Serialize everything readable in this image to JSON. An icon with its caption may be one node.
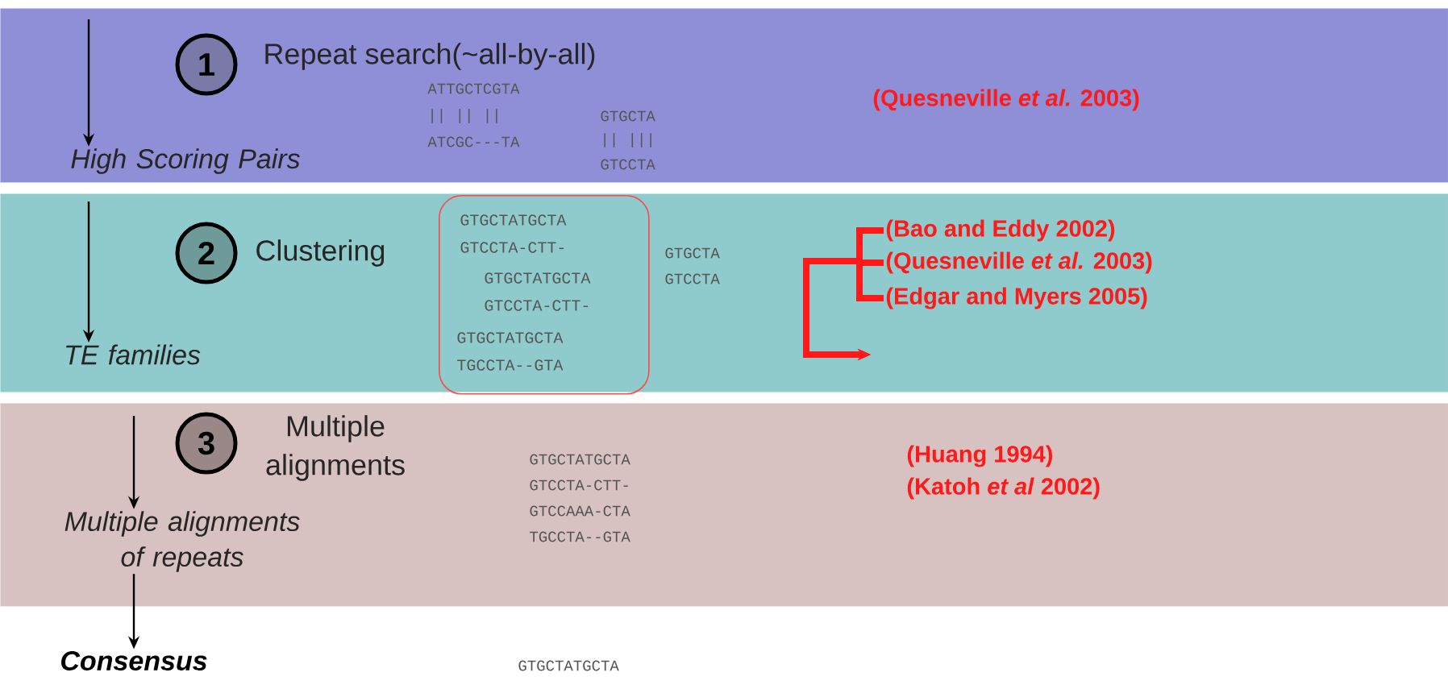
{
  "diagram": {
    "nodes": [
      {
        "text": [],
        "shape": "band"
      },
      {
        "text": [
          "1"
        ],
        "in": 0
      },
      {
        "text": [
          "Repeat search(~all-by-all)"
        ],
        "in": 0
      },
      {
        "text": [
          "High Scoring Pairs"
        ],
        "in": 0
      },
      {
        "text": [
          "(Quesneville *et al.* 2003)"
        ],
        "in": 0
      },
      {
        "text": [],
        "shape": "band"
      },
      {
        "text": [
          "2"
        ],
        "in": 5
      },
      {
        "text": [
          "Clustering"
        ],
        "in": 5
      },
      {
        "text": [
          "TE families"
        ],
        "in": 5
      },
      {
        "text": [
          "GTGCTATGCTA GTCCTA-CTT-",
          "GTGCTATGCTA GTCCTA-CTT-",
          "GTGCTATGCTA TGCCTA--GTA"
        ],
        "in": 5
      },
      {
        "text": [
          "(Bao and Eddy 2002)"
        ],
        "in": 5
      },
      {
        "text": [
          "(Quesneville *et al.* 2003)"
        ],
        "in": 5
      },
      {
        "text": [
          "(Edgar and Myers 2005)"
        ],
        "in": 5
      },
      {
        "text": [],
        "shape": "band"
      },
      {
        "text": [
          "3"
        ],
        "in": 13
      },
      {
        "text": [
          "Multiple alignments"
        ],
        "in": 13
      },
      {
        "text": [
          "Multiple alignments of repeats"
        ],
        "in": 13
      },
      {
        "text": [
          "(Huang 1994)"
        ],
        "in": 13
      },
      {
        "text": [
          "(Katoh *et al* 2002)"
        ],
        "in": 13
      },
      {
        "text": [
          "Consensus"
        ]
      }
    ],
    "edges": [
      {
        "from": null,
        "to": 3,
        "arrow": "to"
      },
      {
        "from": null,
        "to": 8,
        "arrow": "to"
      },
      {
        "from": null,
        "to": 16,
        "arrow": "to"
      },
      {
        "from": 16,
        "to": 19,
        "arrow": "to"
      },
      {
        "from": 10,
        "to": null,
        "arrow": "to",
        "style": "thick",
        "color": "#ff1a1a"
      },
      {
        "from": 11,
        "to": null,
        "arrow": "to",
        "style": "thick",
        "color": "#ff1a1a"
      },
      {
        "from": 12,
        "to": null,
        "arrow": "to",
        "style": "thick",
        "color": "#ff1a1a"
      }
    ],
    "labels": [
      "ATTGCTCGTA",
      "|| || ||",
      "GTGCTA",
      "ATCGC---TA",
      "|| |||",
      "GTCCTA",
      "GTGCTA",
      "GTCCTA",
      "GTGCTATGCTA",
      "GTCCTA-CTT-",
      "GTCCAAA-CTA",
      "TGCCTA--GTA",
      "GTGCTATGCTA"
    ]
  }
}
